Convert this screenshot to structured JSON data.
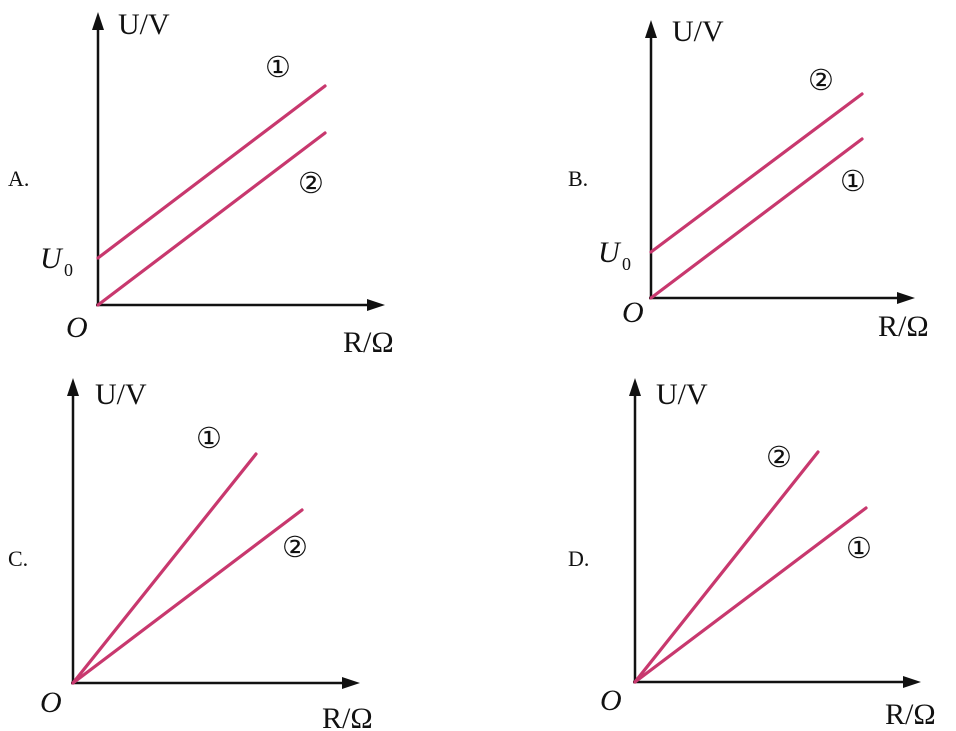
{
  "series_color": "#c8386e",
  "axis_color": "#111111",
  "panels": [
    {
      "option": "A.",
      "y_axis_label": "U/V",
      "x_axis_label": "R/Ω",
      "origin_label": "O",
      "intercept_label": "U",
      "intercept_subscript": "0",
      "line_1": {
        "label": "①",
        "y_intercept": "U0",
        "slope": "equal"
      },
      "line_2": {
        "label": "②",
        "y_intercept": "0",
        "slope": "equal"
      }
    },
    {
      "option": "B.",
      "y_axis_label": "U/V",
      "x_axis_label": "R/Ω",
      "origin_label": "O",
      "intercept_label": "U",
      "intercept_subscript": "0",
      "line_1": {
        "label": "①",
        "y_intercept": "0",
        "slope": "equal"
      },
      "line_2": {
        "label": "②",
        "y_intercept": "U0",
        "slope": "equal"
      }
    },
    {
      "option": "C.",
      "y_axis_label": "U/V",
      "x_axis_label": "R/Ω",
      "origin_label": "O",
      "line_1": {
        "label": "①",
        "y_intercept": "0",
        "slope": "steeper"
      },
      "line_2": {
        "label": "②",
        "y_intercept": "0",
        "slope": "shallower"
      }
    },
    {
      "option": "D.",
      "y_axis_label": "U/V",
      "x_axis_label": "R/Ω",
      "origin_label": "O",
      "line_1": {
        "label": "①",
        "y_intercept": "0",
        "slope": "shallower"
      },
      "line_2": {
        "label": "②",
        "y_intercept": "0",
        "slope": "steeper"
      }
    }
  ]
}
